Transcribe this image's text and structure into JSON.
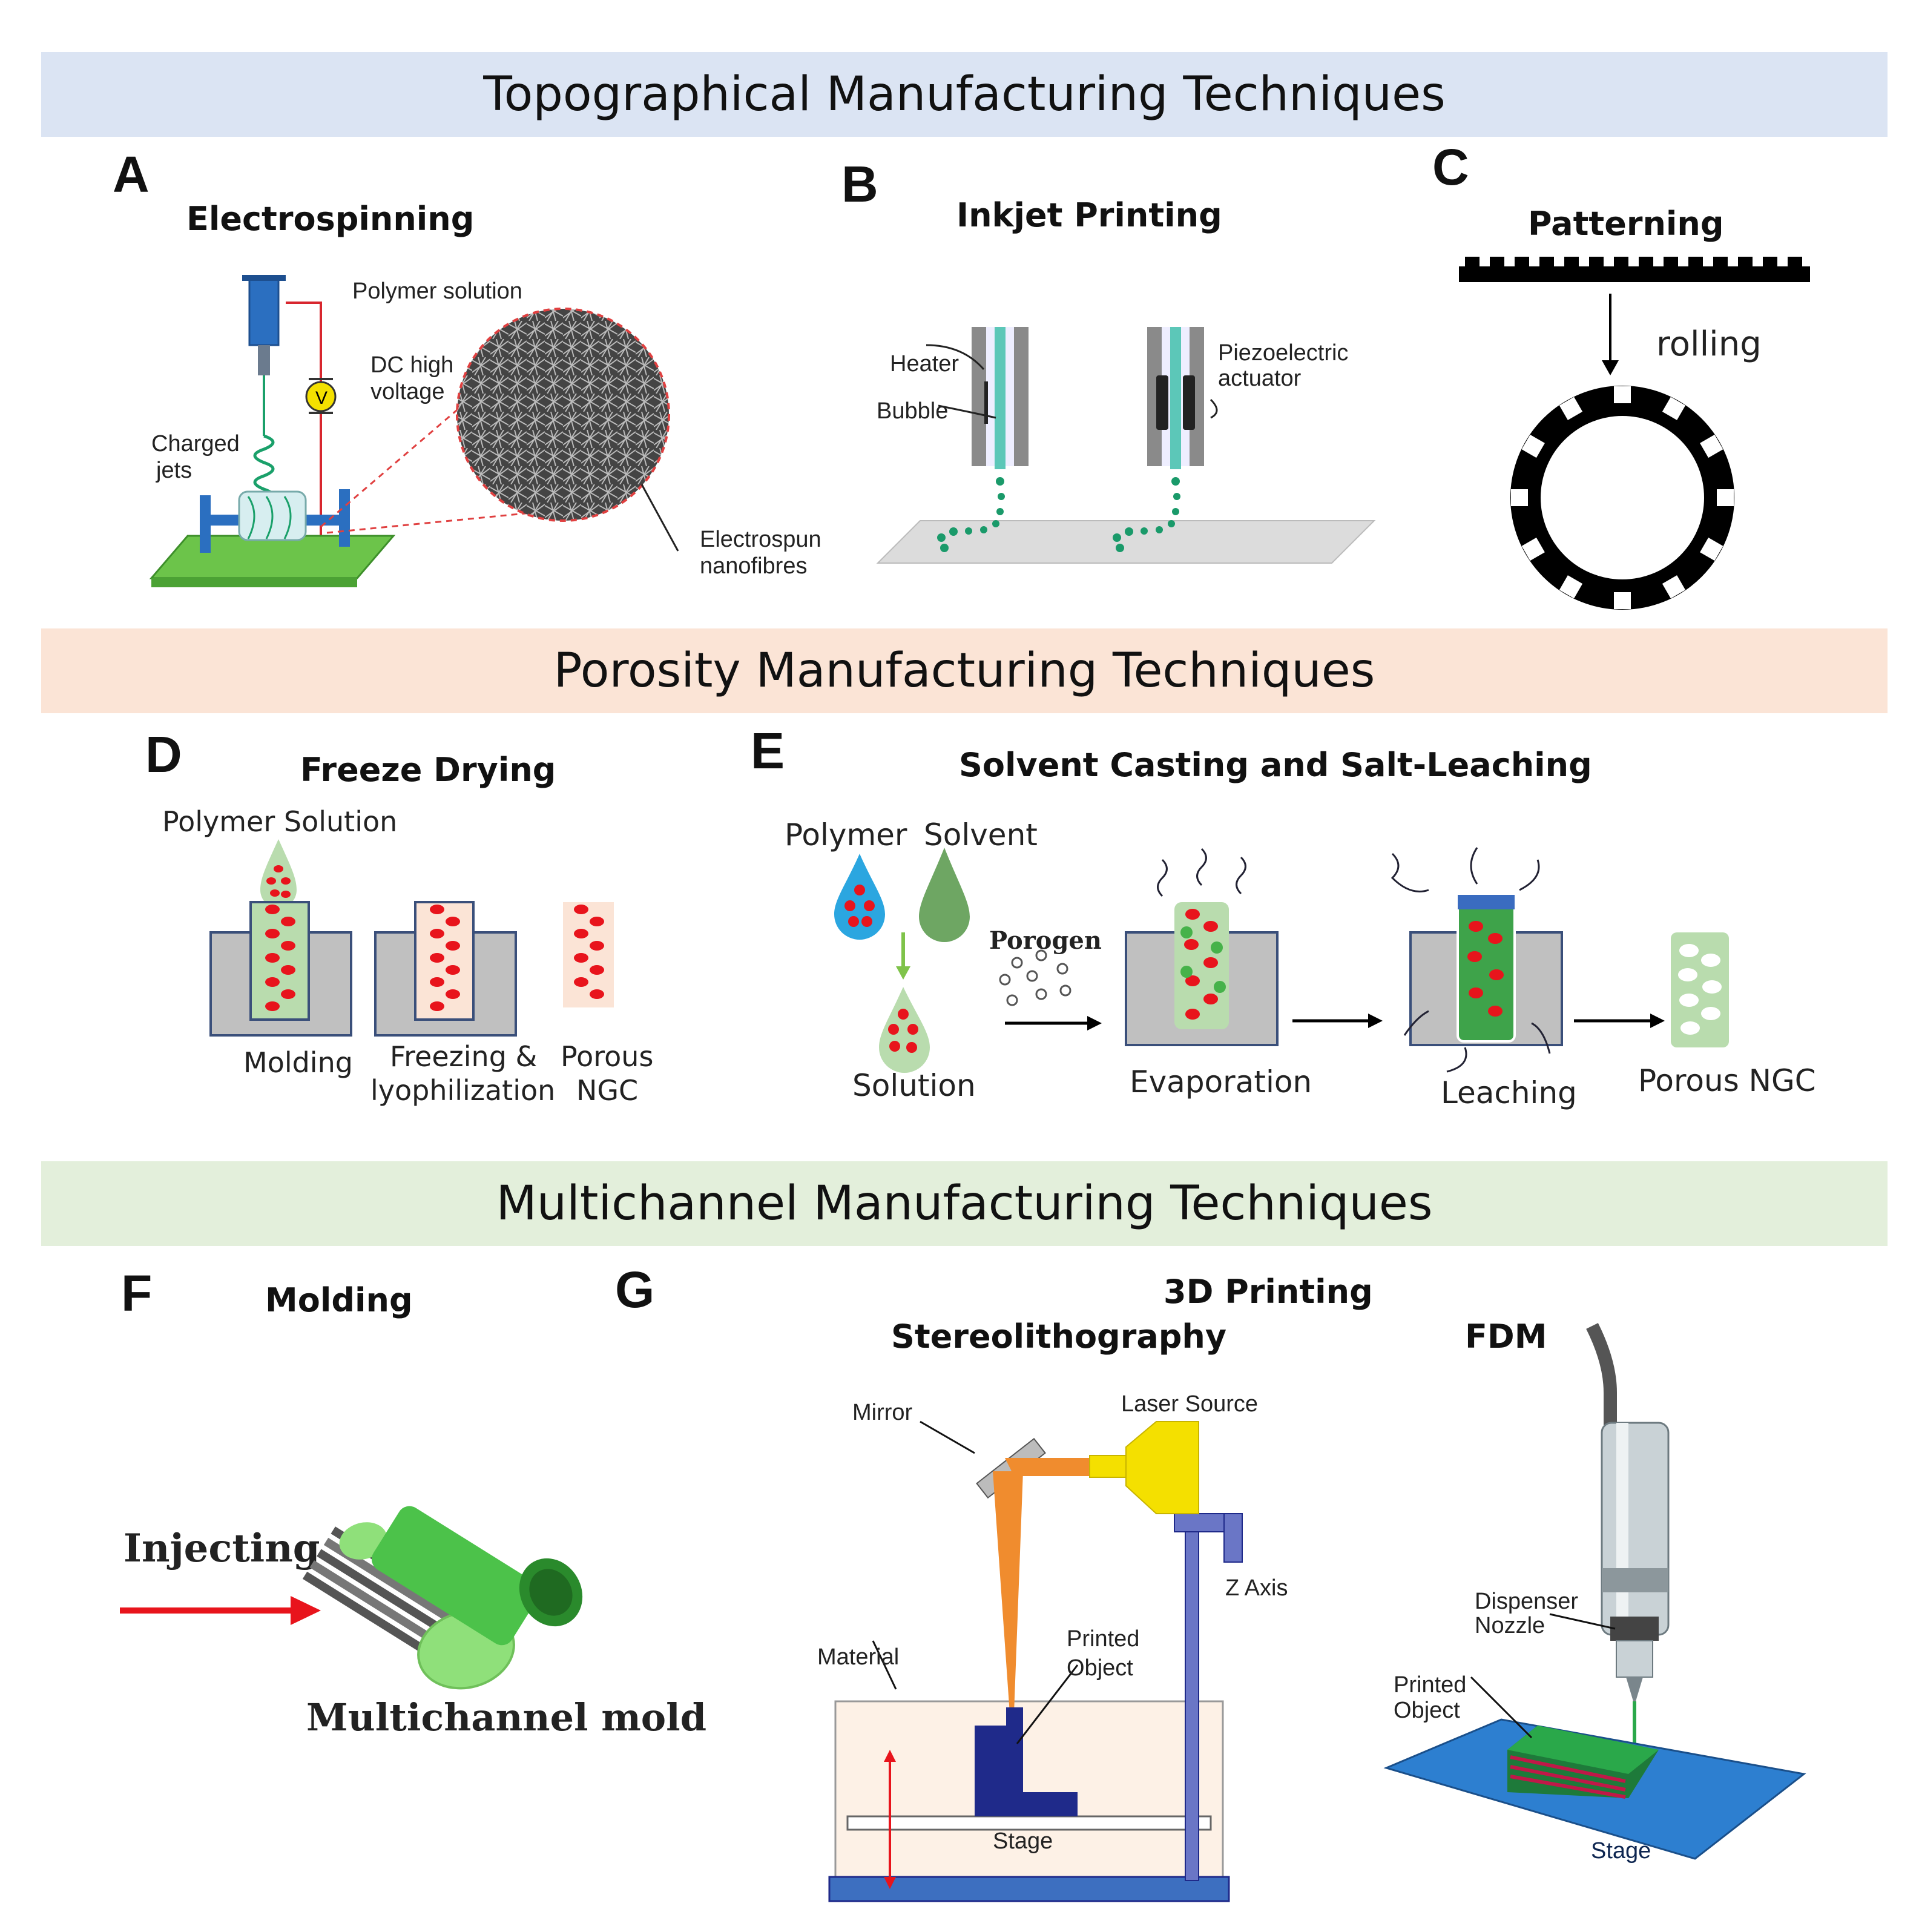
{
  "sections": {
    "topographical": {
      "title": "Topographical Manufacturing Techniques",
      "color": "#dbe4f3"
    },
    "porosity": {
      "title": "Porosity Manufacturing Techniques",
      "color": "#fbe4d6"
    },
    "multichannel": {
      "title": "Multichannel Manufacturing Techniques",
      "color": "#e3efdb"
    }
  },
  "panels": {
    "A": {
      "letter": "A",
      "title": "Electrospinning",
      "labels": {
        "polymer_solution": "Polymer solution",
        "dc_high": "DC high",
        "voltage": "voltage",
        "charged": "Charged",
        "jets": "jets",
        "v": "V",
        "electrospun": "Electrospun",
        "nanofibres": "nanofibres"
      }
    },
    "B": {
      "letter": "B",
      "title": "Inkjet Printing",
      "labels": {
        "heater": "Heater",
        "bubble": "Bubble",
        "piezo1": "Piezoelectric",
        "piezo2": "actuator"
      }
    },
    "C": {
      "letter": "C",
      "title": "Patterning",
      "labels": {
        "rolling": "rolling"
      }
    },
    "D": {
      "letter": "D",
      "title": "Freeze Drying",
      "labels": {
        "polymer_solution": "Polymer Solution",
        "molding": "Molding",
        "freezing1": "Freezing &",
        "freezing2": "lyophilization",
        "porous1": "Porous",
        "porous2": "NGC"
      }
    },
    "E": {
      "letter": "E",
      "title": "Solvent Casting and Salt-Leaching",
      "labels": {
        "polymer": "Polymer",
        "solvent": "Solvent",
        "porogen": "Porogen",
        "solution": "Solution",
        "evaporation": "Evaporation",
        "leaching": "Leaching",
        "porous_ngc": "Porous NGC"
      }
    },
    "F": {
      "letter": "F",
      "title": "Molding",
      "labels": {
        "injecting": "Injecting",
        "multichannel_mold": "Multichannel mold"
      }
    },
    "G": {
      "letter": "G",
      "title": "3D Printing",
      "sla": {
        "title": "Stereolithography",
        "mirror": "Mirror",
        "laser": "Laser Source",
        "zaxis": "Z Axis",
        "material": "Material",
        "printed1": "Printed",
        "printed2": "Object",
        "stage": "Stage"
      },
      "fdm": {
        "title": "FDM",
        "dispenser1": "Dispenser",
        "dispenser2": "Nozzle",
        "printed1": "Printed",
        "printed2": "Object",
        "stage": "Stage"
      }
    }
  },
  "colors": {
    "red_dot": "#e8141c",
    "green_fill": "#b9dcae",
    "gray_mold": "#c0c0c0",
    "mold_border": "#3a4f7a",
    "nozzle_teal": "#5cc7b8",
    "sla_blue": "#1f2a8a",
    "sla_orange": "#f08c2e",
    "sla_yellow": "#f4e000",
    "fdm_green": "#2aa84a"
  }
}
